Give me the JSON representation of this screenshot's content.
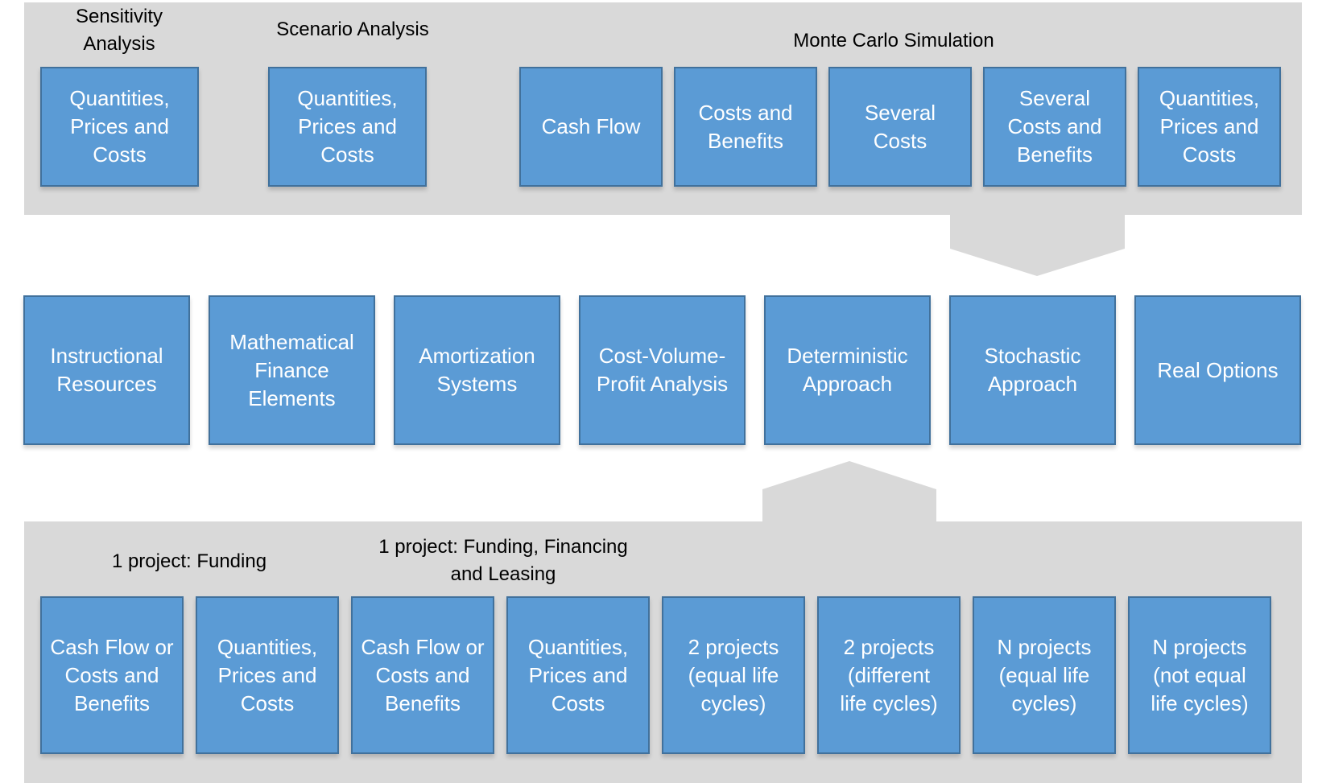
{
  "colors": {
    "panel_fill": "#d9d9d9",
    "box_fill": "#5b9bd5",
    "box_border": "#41719c",
    "box_text": "#ffffff",
    "label_text": "#000000"
  },
  "top_panel": {
    "group_labels": {
      "sensitivity": "Sensitivity\nAnalysis",
      "scenario": "Scenario Analysis",
      "monte_carlo": "Monte Carlo Simulation"
    },
    "boxes": [
      "Quantities,\nPrices and\nCosts",
      "Quantities,\nPrices and\nCosts",
      "Cash Flow",
      "Costs and\nBenefits",
      "Several\nCosts",
      "Several\nCosts and\nBenefits",
      "Quantities,\nPrices and\nCosts"
    ]
  },
  "middle_row": {
    "boxes": [
      "Instructional\nResources",
      "Mathematical\nFinance\nElements",
      "Amortization\nSystems",
      "Cost-Volume-\nProfit Analysis",
      "Deterministic\nApproach",
      "Stochastic\nApproach",
      "Real Options"
    ]
  },
  "bottom_panel": {
    "group_labels": {
      "funding": "1 project: Funding",
      "funding_financing_leasing": "1 project: Funding, Financing\nand Leasing"
    },
    "boxes": [
      "Cash Flow or\nCosts and\nBenefits",
      "Quantities,\nPrices and\nCosts",
      "Cash Flow or\nCosts and\nBenefits",
      "Quantities,\nPrices and\nCosts",
      "2 projects\n(equal life\ncycles)",
      "2 projects\n(different\nlife cycles)",
      "N projects\n(equal life\ncycles)",
      "N projects\n(not equal\nlife cycles)"
    ]
  }
}
